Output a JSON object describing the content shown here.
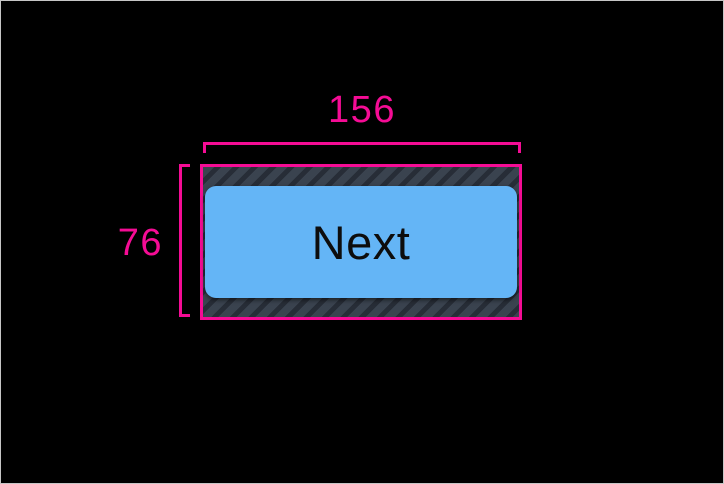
{
  "canvas": {
    "description": "widget-inspector measurement overlay on black canvas"
  },
  "colors": {
    "accent": "#f50c95",
    "canvas_bg": "#000000",
    "frame_border": "#c6c6c6",
    "padding_base": "#3a434f",
    "padding_stripe": "#272d37",
    "button_fill": "#64b5f6",
    "button_text": "#0d0d0d"
  },
  "measurements": {
    "width_label": "156",
    "height_label": "76"
  },
  "widget": {
    "button_label": "Next"
  }
}
